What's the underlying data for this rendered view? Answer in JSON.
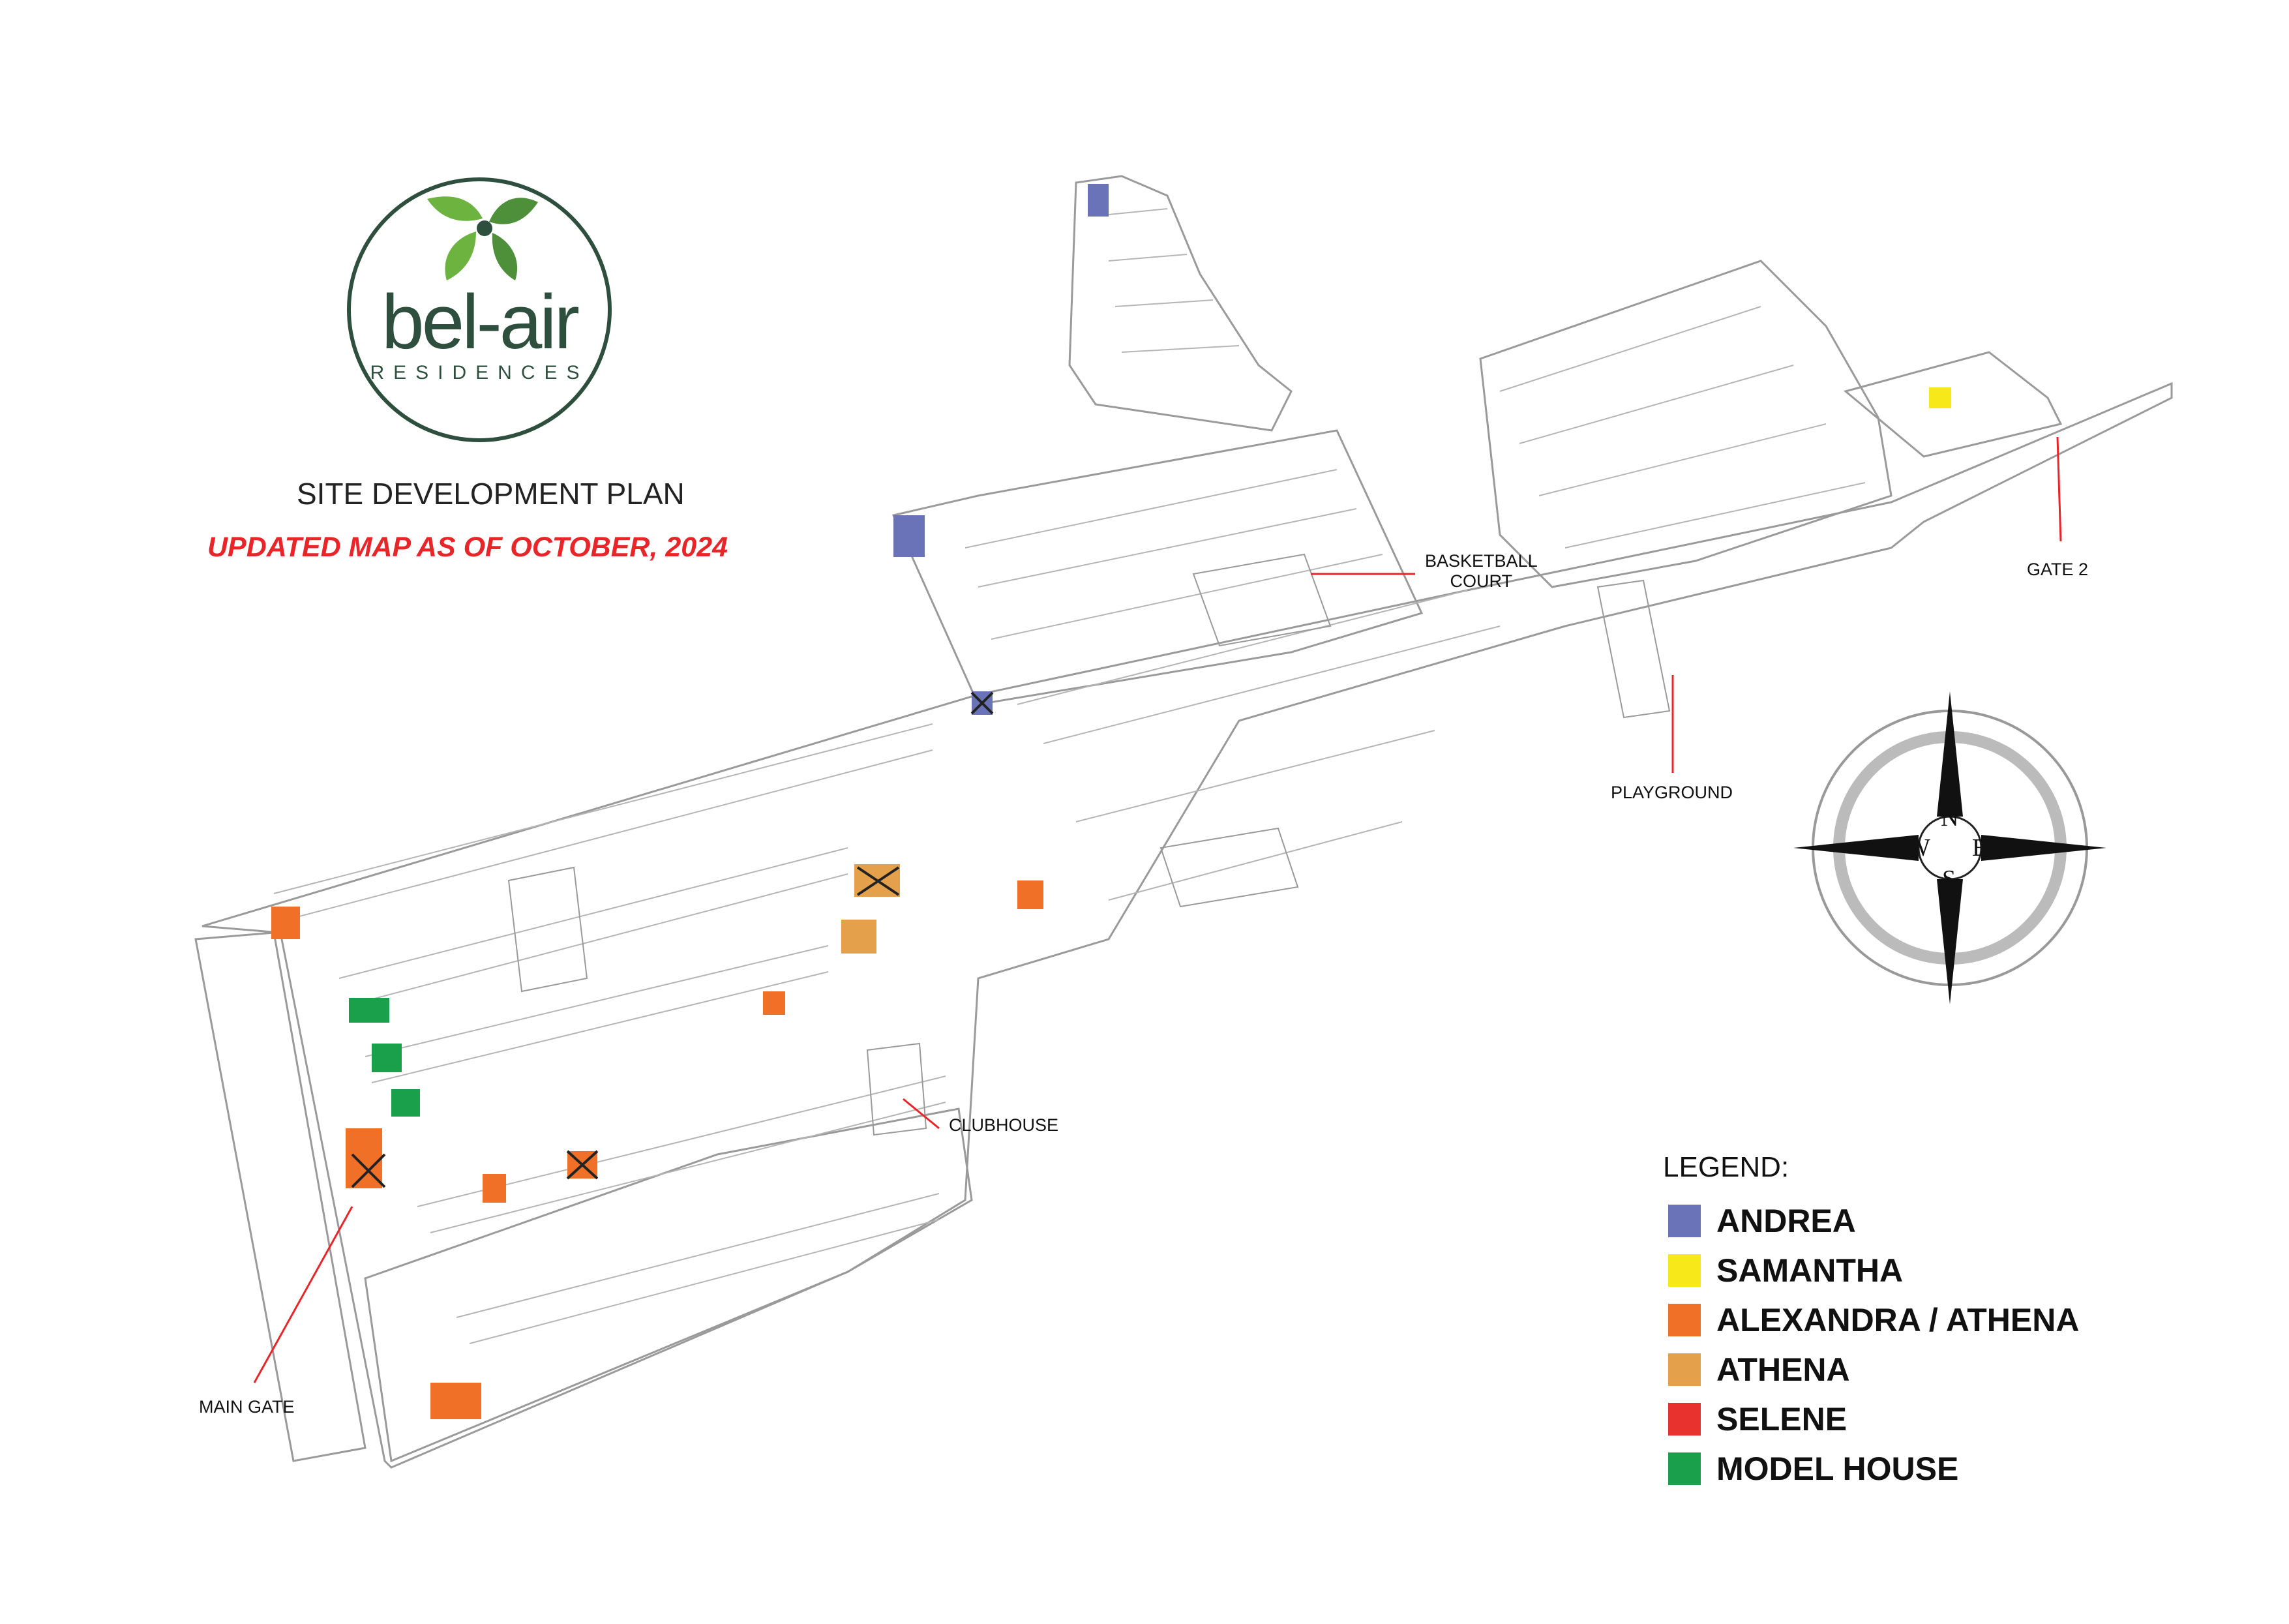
{
  "logo": {
    "name": "bel-air",
    "sub": "RESIDENCES"
  },
  "title": "SITE DEVELOPMENT PLAN",
  "subtitle": "UPDATED MAP AS OF OCTOBER, 2024",
  "callouts": {
    "basketball": "BASKETBALL\nCOURT",
    "gate2": "GATE 2",
    "playground": "PLAYGROUND",
    "clubhouse": "CLUBHOUSE",
    "main_gate": "MAIN GATE"
  },
  "compass": {
    "n": "N",
    "s": "S",
    "e": "E",
    "w": "W"
  },
  "legend": {
    "title": "LEGEND:",
    "items": [
      {
        "label": "ANDREA",
        "color": "#6b73b8"
      },
      {
        "label": "SAMANTHA",
        "color": "#f7e81a"
      },
      {
        "label": "ALEXANDRA / ATHENA",
        "color": "#f07028"
      },
      {
        "label": "ATHENA",
        "color": "#e4a04a"
      },
      {
        "label": "SELENE",
        "color": "#e8322e"
      },
      {
        "label": "MODEL HOUSE",
        "color": "#1aa04a"
      }
    ]
  },
  "colors": {
    "brand_green": "#2e4e3e",
    "leaf_green": "#6db33f",
    "title_red": "#e8262a",
    "outline": "#9a9a9a"
  }
}
